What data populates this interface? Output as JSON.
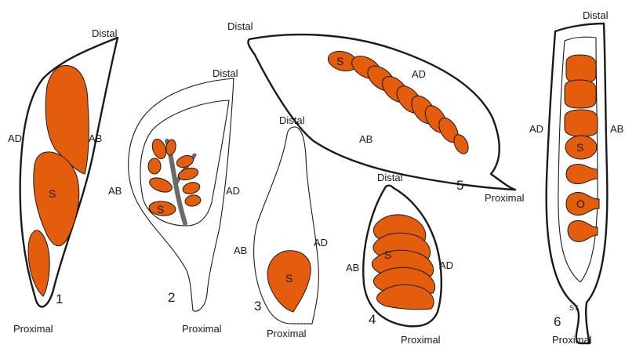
{
  "colors": {
    "seed": "#e35d0c",
    "stalk": "#6a6a6a",
    "outline": "#1a1a1a",
    "background": "#ffffff"
  },
  "figures": [
    {
      "number": "1",
      "labels": {
        "distal": "Distal",
        "proximal": "Proximal",
        "left": "AD",
        "right": "AB",
        "seed": "S"
      }
    },
    {
      "number": "2",
      "labels": {
        "distal": "Distal",
        "proximal": "Proximal",
        "left": "AB",
        "right": "AD",
        "seed": "S"
      }
    },
    {
      "number": "3",
      "labels": {
        "distal": "Distal",
        "proximal": "Proximal",
        "left": "AB",
        "right": "AD",
        "seed": "S"
      }
    },
    {
      "number": "4",
      "labels": {
        "distal": "Distal",
        "proximal": "Proximal",
        "left": "AB",
        "right": "AD",
        "seed": "S"
      }
    },
    {
      "number": "5",
      "labels": {
        "distal": "Distal",
        "proximal": "Proximal",
        "top": "AD",
        "bottom": "AB",
        "seed": "S"
      }
    },
    {
      "number": "6",
      "labels": {
        "distal": "Distal",
        "proximal": "Proximal",
        "left": "AD",
        "right": "AB",
        "seed": "S",
        "ovule": "O",
        "stalk": "ST"
      }
    }
  ]
}
